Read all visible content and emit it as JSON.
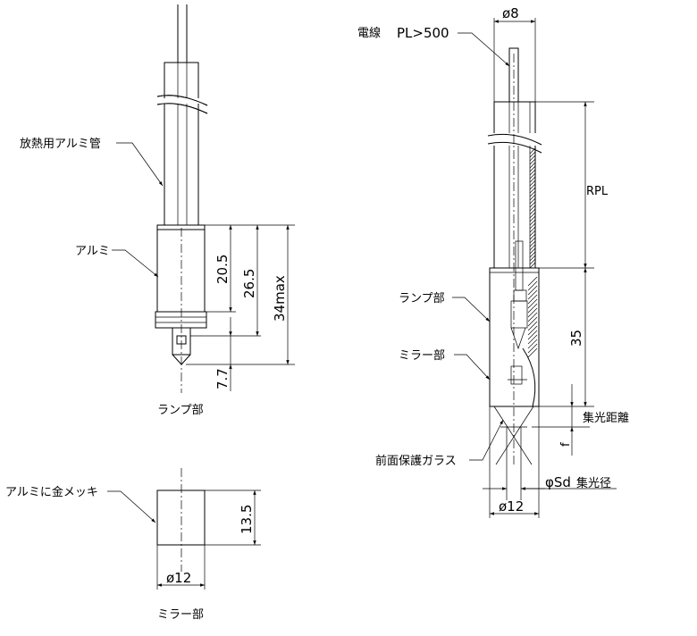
{
  "labels": {
    "heat_pipe": "放熱用アルミ管",
    "aluminum": "アルミ",
    "lamp_left": "ランプ部",
    "gold_plating": "アルミに金メッキ",
    "mirror_left": "ミラー部",
    "wire": "電線",
    "wire_length": "PL>500",
    "lamp_right": "ランプ部",
    "mirror_right": "ミラー部",
    "front_glass": "前面保護ガラス",
    "focal_distance": "集光距離",
    "focal_diameter": "集光径",
    "rpl": "RPL",
    "f": "f"
  },
  "dimensions": {
    "d_20_5": "20.5",
    "d_26_5": "26.5",
    "d_34max": "34max",
    "d_7_7": "7.7",
    "d_13_5": "13.5",
    "d_dia12_left": "ø12",
    "d_dia8": "ø8",
    "d_35": "35",
    "d_phi_sd": "φSd",
    "d_dia12_right": "ø12"
  }
}
